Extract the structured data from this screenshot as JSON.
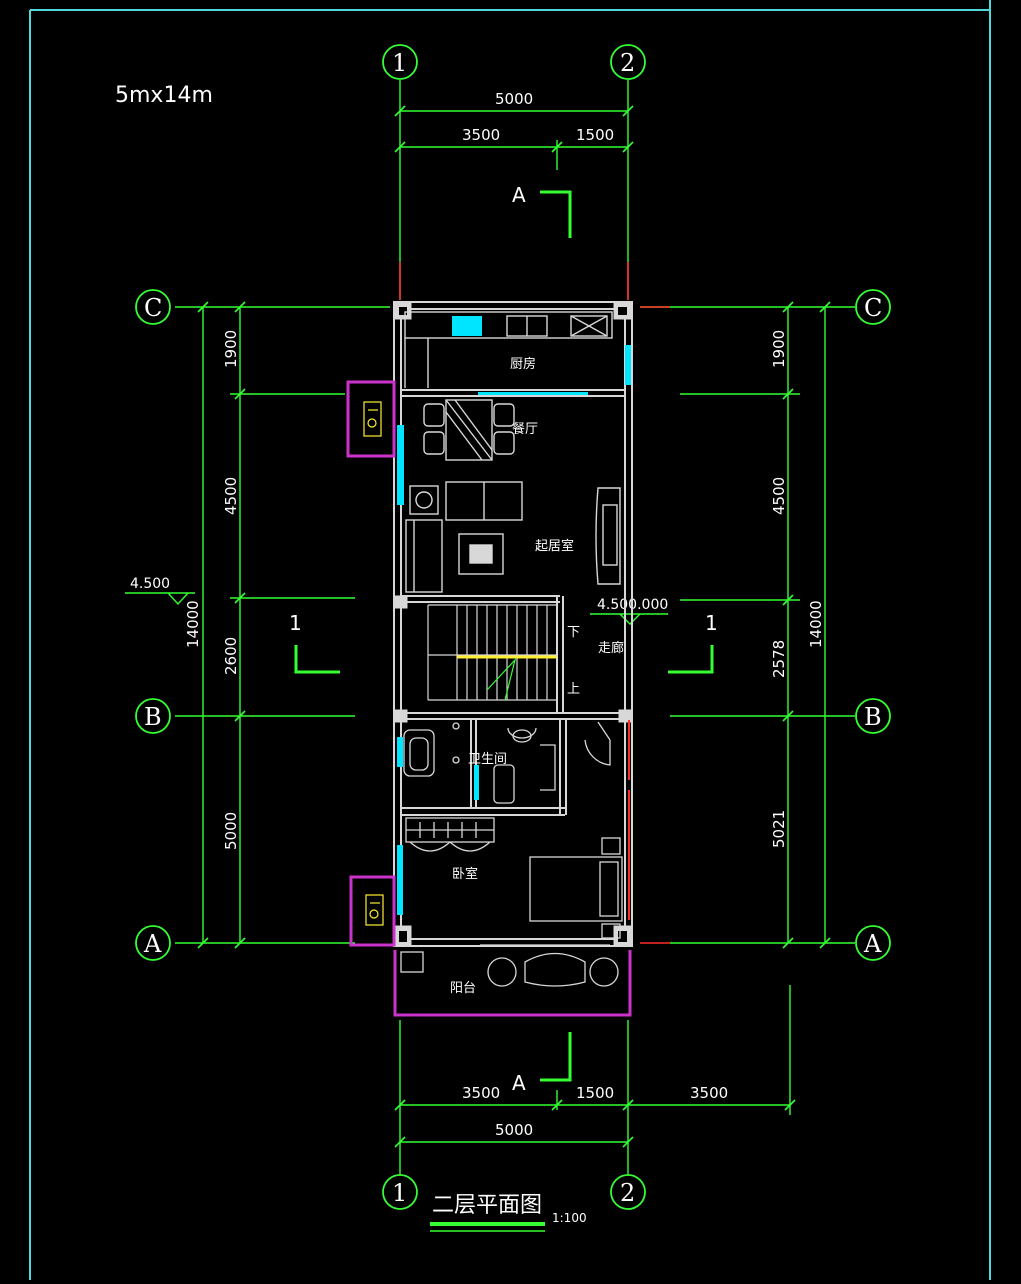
{
  "drawing": {
    "size_label": "5mx14m",
    "title": "二层平面图",
    "scale": "1:100",
    "floor_level": "4.500",
    "floor_level_right": "4.500",
    "floor_level_right_suffix": ".000"
  },
  "grid_labels": {
    "col1_top": "1",
    "col2_top": "2",
    "col1_bottom": "1",
    "col2_bottom": "2",
    "rowC_left": "C",
    "rowC_right": "C",
    "rowB_left": "B",
    "rowB_right": "B",
    "rowA_left": "A",
    "rowA_right": "A"
  },
  "dimensions": {
    "top_total": "5000",
    "top_left": "3500",
    "top_right": "1500",
    "bottom_left": "3500",
    "bottom_mid": "1500",
    "bottom_right": "3500",
    "bottom_total": "5000",
    "left_1": "1900",
    "left_2": "4500",
    "left_3": "2600",
    "left_4": "5000",
    "left_total": "14000",
    "right_1": "1900",
    "right_2": "4500",
    "right_3": "2578",
    "right_4": "5021",
    "right_total": "14000"
  },
  "section_marks": {
    "a_top": "A",
    "a_bottom": "A",
    "s1_left": "1",
    "s1_right": "1"
  },
  "rooms": {
    "kitchen": "厨房",
    "dining": "餐厅",
    "living": "起居室",
    "corridor": "走廊",
    "stair_down": "下",
    "stair_up": "上",
    "bathroom": "卫生间",
    "bedroom": "卧室",
    "balcony": "阳台"
  },
  "colors": {
    "dimension": "#33ff33",
    "wall": "#d8d8d8",
    "window": "#00e5ff",
    "purple": "#cc33cc",
    "stair_arrow": "#ffee33",
    "red": "#ff2a2a",
    "frame": "#4fd8d8"
  }
}
